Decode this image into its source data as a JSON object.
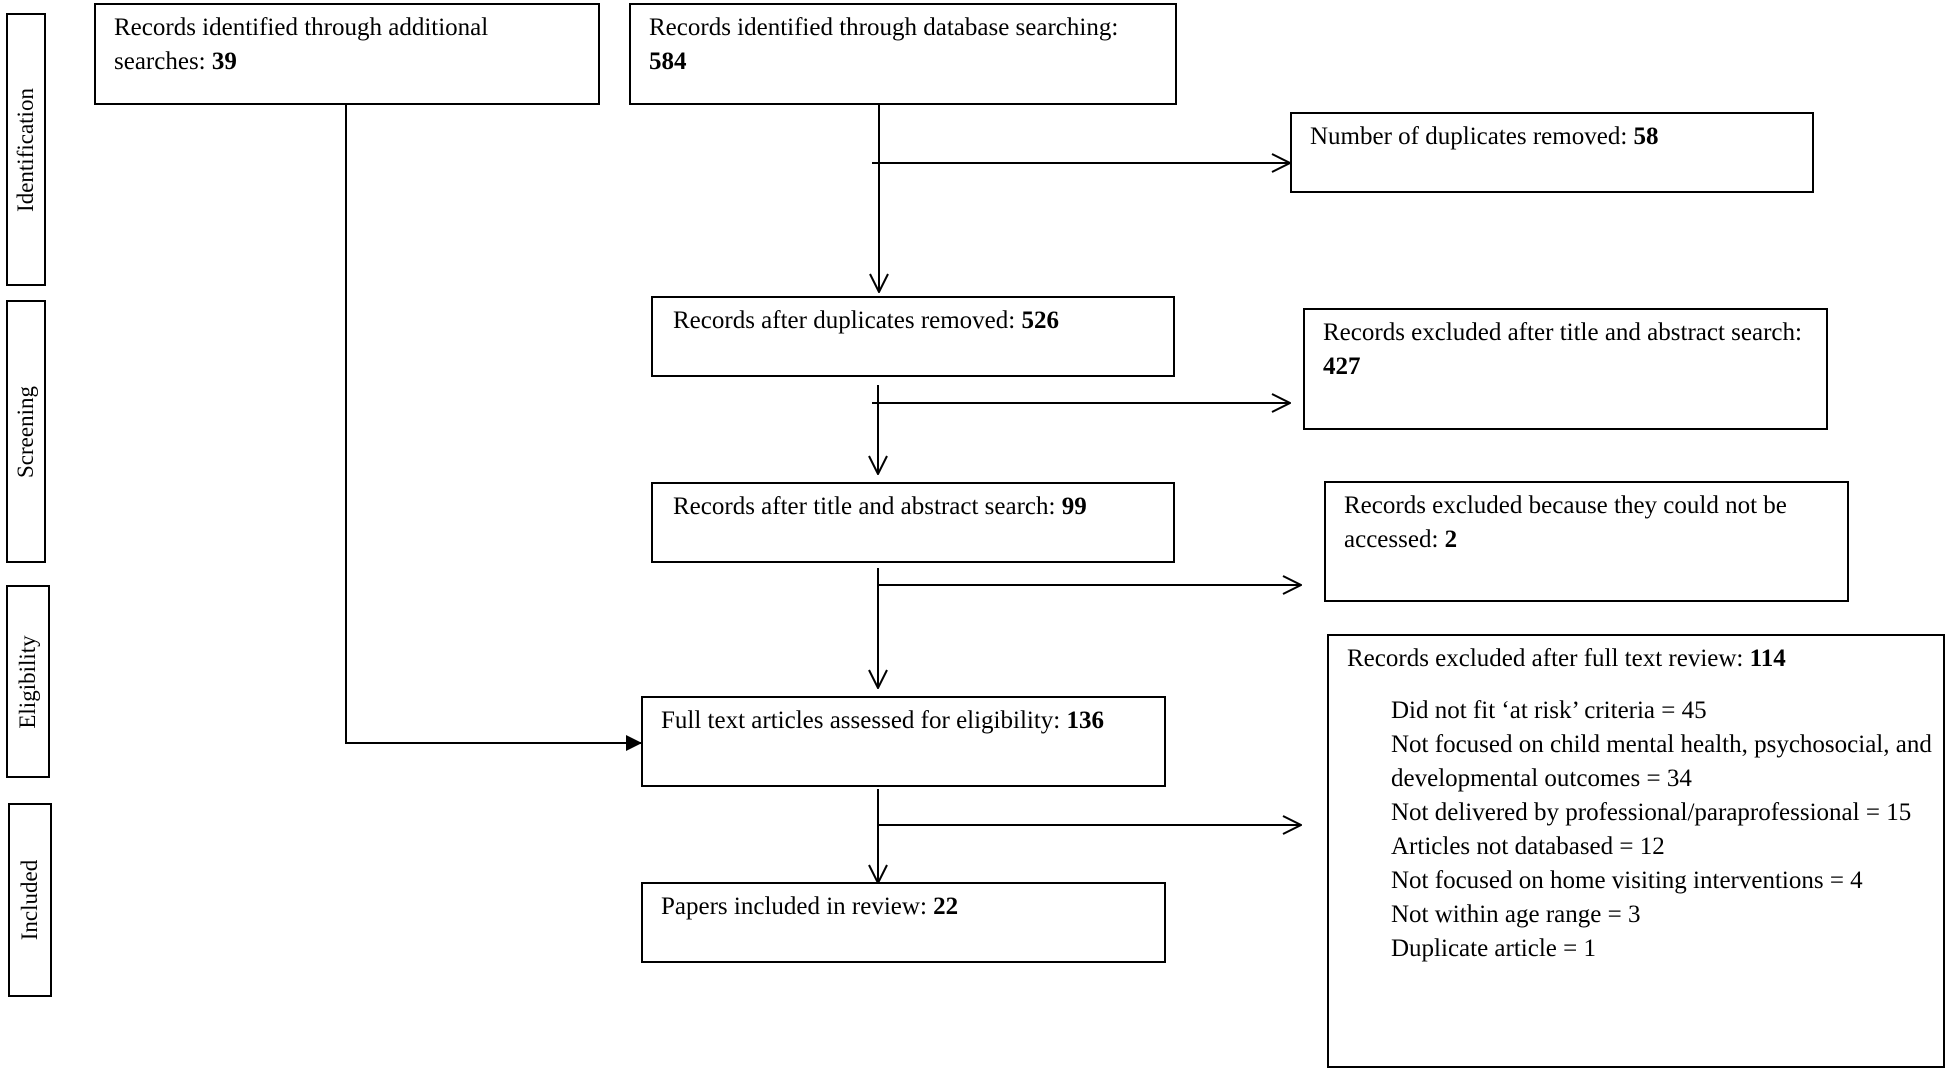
{
  "stages": {
    "identification": "Identification",
    "screening": "Screening",
    "eligibility": "Eligibility",
    "included": "Included"
  },
  "boxes": {
    "additional": {
      "text": "Records identified through additional searches: ",
      "count": "39"
    },
    "database": {
      "text": "Records identified through database searching: ",
      "count": "584"
    },
    "duplicates_removed": {
      "text": "Number of duplicates removed: ",
      "count": "58"
    },
    "after_duplicates": {
      "text": "Records after duplicates removed: ",
      "count": "526"
    },
    "excluded_title_abstract": {
      "text": "Records excluded after title and abstract search: ",
      "count": "427"
    },
    "after_title_abstract": {
      "text": "Records after title and abstract search: ",
      "count": "99"
    },
    "excluded_access": {
      "text": "Records excluded because they could not be accessed: ",
      "count": "2"
    },
    "full_text_assessed": {
      "text": "Full text articles assessed for eligibility: ",
      "count": "136"
    },
    "included_review": {
      "text": "Papers included in review: ",
      "count": "22"
    },
    "excluded_full_text": {
      "text": "Records excluded after full text review: ",
      "count": "114",
      "reasons": [
        "Did not fit ‘at risk’ criteria = 45",
        "Not focused on child mental health, psychosocial, and developmental outcomes = 34",
        "Not delivered by professional/paraprofessional = 15",
        "Articles not databased = 12",
        "Not focused on home visiting interventions = 4",
        "Not within age range = 3",
        "Duplicate article = 1"
      ]
    }
  }
}
